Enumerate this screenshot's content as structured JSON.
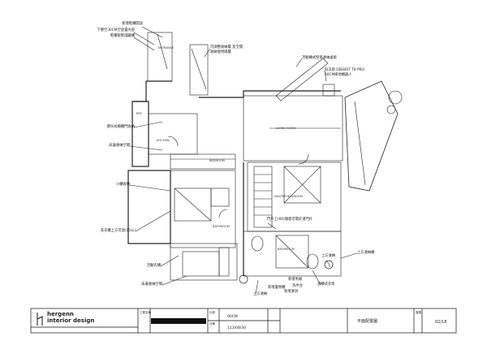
{
  "annotations": {
    "cabinet_shoe": "新增鞋櫃開放",
    "wall_30cm": "下懸空30CM空放置內部",
    "storage_cabinet": "鞋櫃嵌壁儲藏櫃",
    "shelf_right": "可調整收納層 及全開",
    "shelf_right2": "收納使用隔層",
    "desk_wall": "活動轉式壁掛收納桌板",
    "robot": "科沃斯 DEEBOT T8 PRO",
    "robot2": "30CM掃地機器人",
    "kitchen_cab": "懸吊式櫥櫃門收納",
    "bed_storage_left": "床邊收納空間",
    "drawer": "小櫃收納",
    "wardrobe_doors": "洗衣機上方可放(15公)",
    "mobile_cab": "活動衣櫃",
    "bed_storage_bottom": "床邊收納空間",
    "bath_door": "門片上(60)隨意可開走道門片",
    "upper_cab": "上方收納櫃",
    "vanity_mirror": "上方收納",
    "toilet": "新增馬桶",
    "hand_wash": "洗手台",
    "shower": "新增淋浴",
    "rotate_shelf": "迴轉式衣架",
    "new_bath_cab": "新增置物櫃",
    "upper_cab_right": "上方收納"
  },
  "rooms": {
    "entrance": "ENTRANCE",
    "living_room": "LIVING ROOM",
    "kitchen": "KITCHEN",
    "bedroom": "BEDROOM",
    "master_bedroom": "MASTER BEDROOM",
    "bathroom": "BATHROOM",
    "bathroom2": "BATHROOM",
    "ref": "REF"
  },
  "title_block": {
    "brand_line1": "hergenn",
    "brand_line2": "interior design",
    "project_label": "工程名稱",
    "scale_label": "比例",
    "scale_value": "90CM",
    "date_label": "日期",
    "date_value": "113/08/30",
    "drawing_name": "平面配置圖",
    "sheet_label": "頁碼",
    "sheet_no": "02/18"
  },
  "colors": {
    "line": "#222222",
    "title_black": "#111111"
  }
}
